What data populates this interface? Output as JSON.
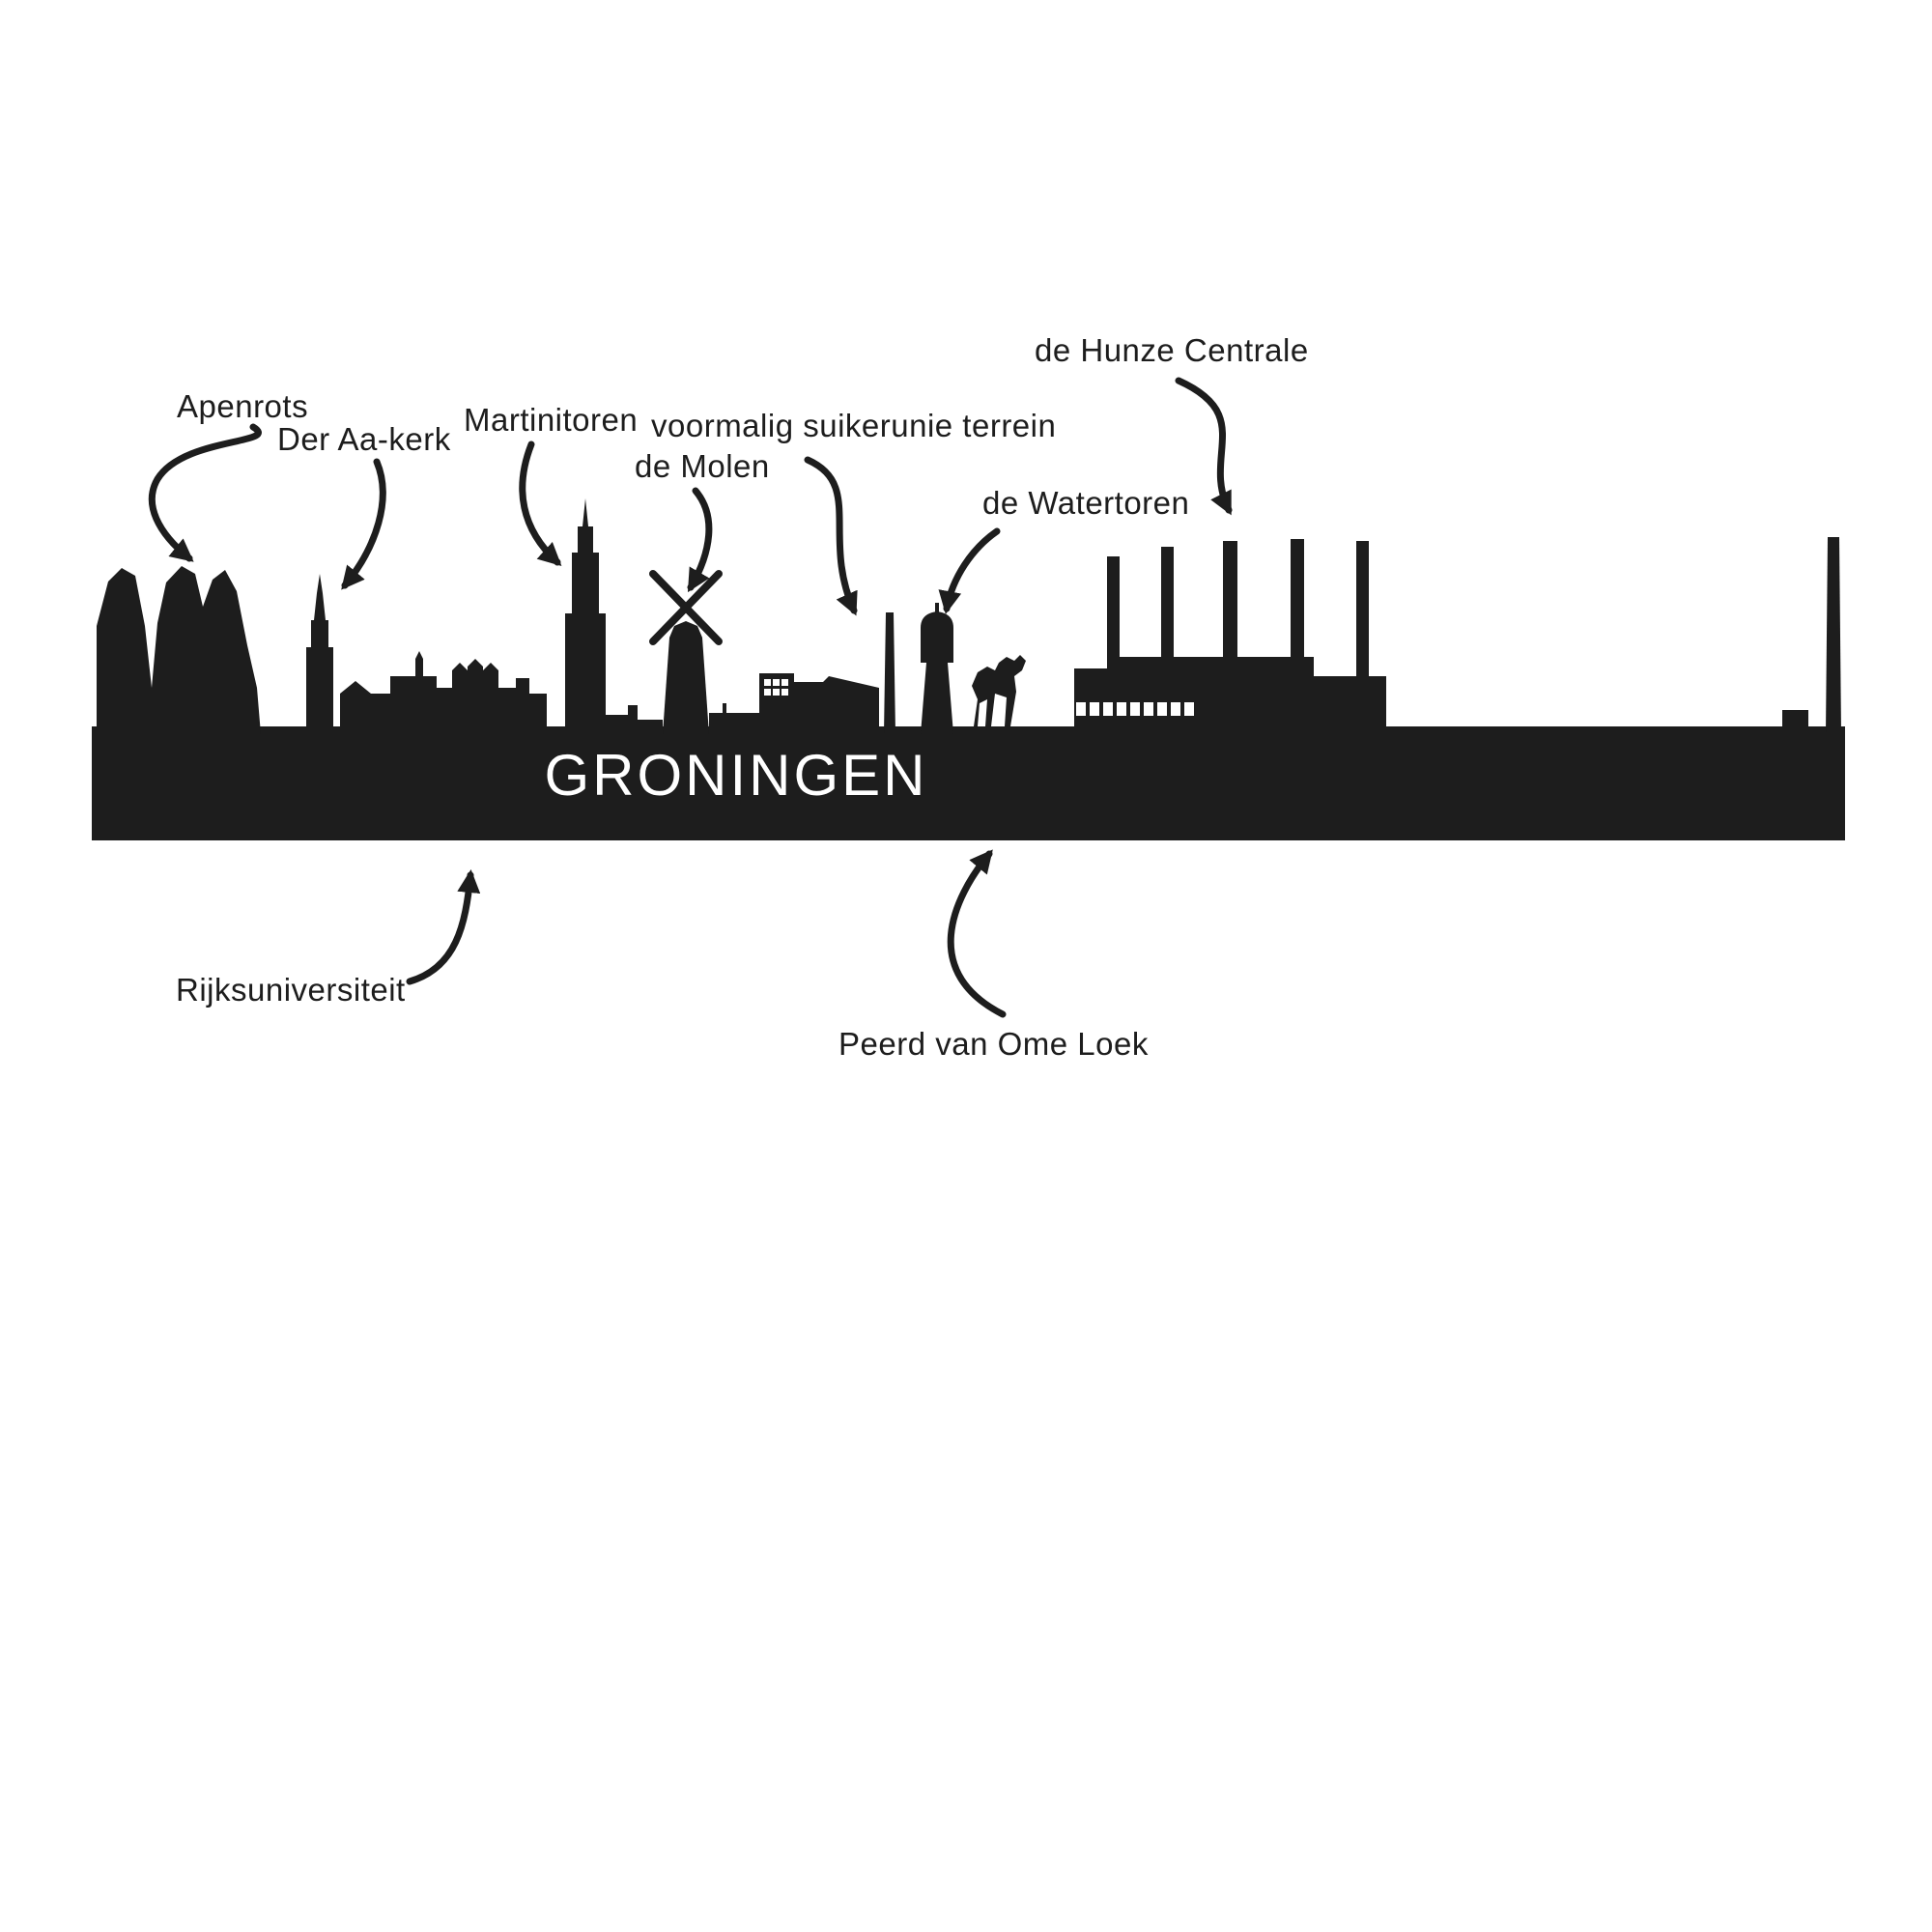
{
  "diagram": {
    "type": "labeled-skyline",
    "city": "Groningen",
    "title": "GRONINGEN",
    "labels": {
      "apenrots": "Apenrots",
      "der_aa_kerk": "Der Aa-kerk",
      "martinitoren": "Martinitoren",
      "voormalig_suikerunie_terrein": "voormalig suikerunie terrein",
      "de_molen": "de Molen",
      "de_watertoren": "de Watertoren",
      "de_hunze_centrale": "de Hunze Centrale",
      "rijksuniversiteit": "Rijksuniversiteit",
      "peerd_van_ome_loek": "Peerd van Ome Loek"
    },
    "colors": {
      "silhouette": "#1d1d1d",
      "background": "#ffffff",
      "title_text": "#ffffff"
    }
  }
}
